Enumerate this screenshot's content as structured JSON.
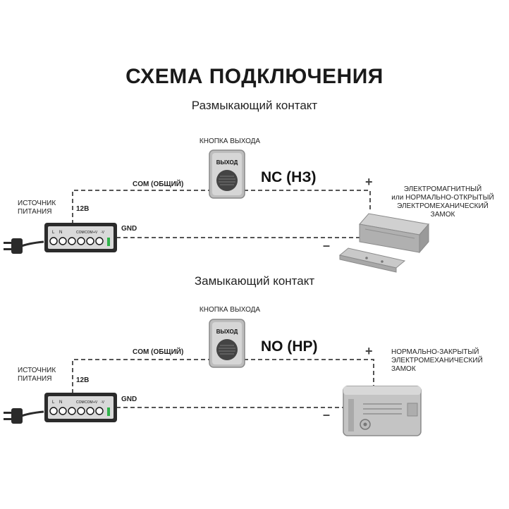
{
  "title": "СХЕМА ПОДКЛЮЧЕНИЯ",
  "section1": {
    "subtitle": "Размыкающий контакт",
    "button_caption": "КНОПКА ВЫХОДА",
    "button_face": "ВЫХОД",
    "contact_type": "NC (НЗ)",
    "com_label": "COM (ОБЩИЙ)",
    "gnd_label": "GND",
    "voltage_label": "12В",
    "psu_caption_line1": "ИСТОЧНИК",
    "psu_caption_line2": "ПИТАНИЯ",
    "plus": "+",
    "minus": "–",
    "lock_caption_lines": [
      "ЭЛЕКТРОМАГНИТНЫЙ",
      "или НОРМАЛЬНО-ОТКРЫТЫЙ",
      "ЭЛЕКТРОМЕХАНИЧЕСКИЙ",
      "ЗАМОК"
    ]
  },
  "section2": {
    "subtitle": "Замыкающий контакт",
    "button_caption": "КНОПКА ВЫХОДА",
    "button_face": "ВЫХОД",
    "contact_type": "NO (НР)",
    "com_label": "COM (ОБЩИЙ)",
    "gnd_label": "GND",
    "voltage_label": "12В",
    "psu_caption_line1": "ИСТОЧНИК",
    "psu_caption_line2": "ПИТАНИЯ",
    "plus": "+",
    "minus": "–",
    "lock_caption_lines": [
      "НОРМАЛЬНО-ЗАКРЫТЫЙ",
      "ЭЛЕКТРОМЕХАНИЧЕСКИЙ",
      "ЗАМОК"
    ]
  },
  "psu_terminals": {
    "l": "L",
    "n": "N",
    "com1": "COM",
    "com2": "COM",
    "plus_v": "+V",
    "minus_v": "-V"
  },
  "colors": {
    "wire": "#555555",
    "device_dark": "#2b2b2b",
    "device_metal": "#b8b8b8",
    "led": "#2fb34a"
  }
}
